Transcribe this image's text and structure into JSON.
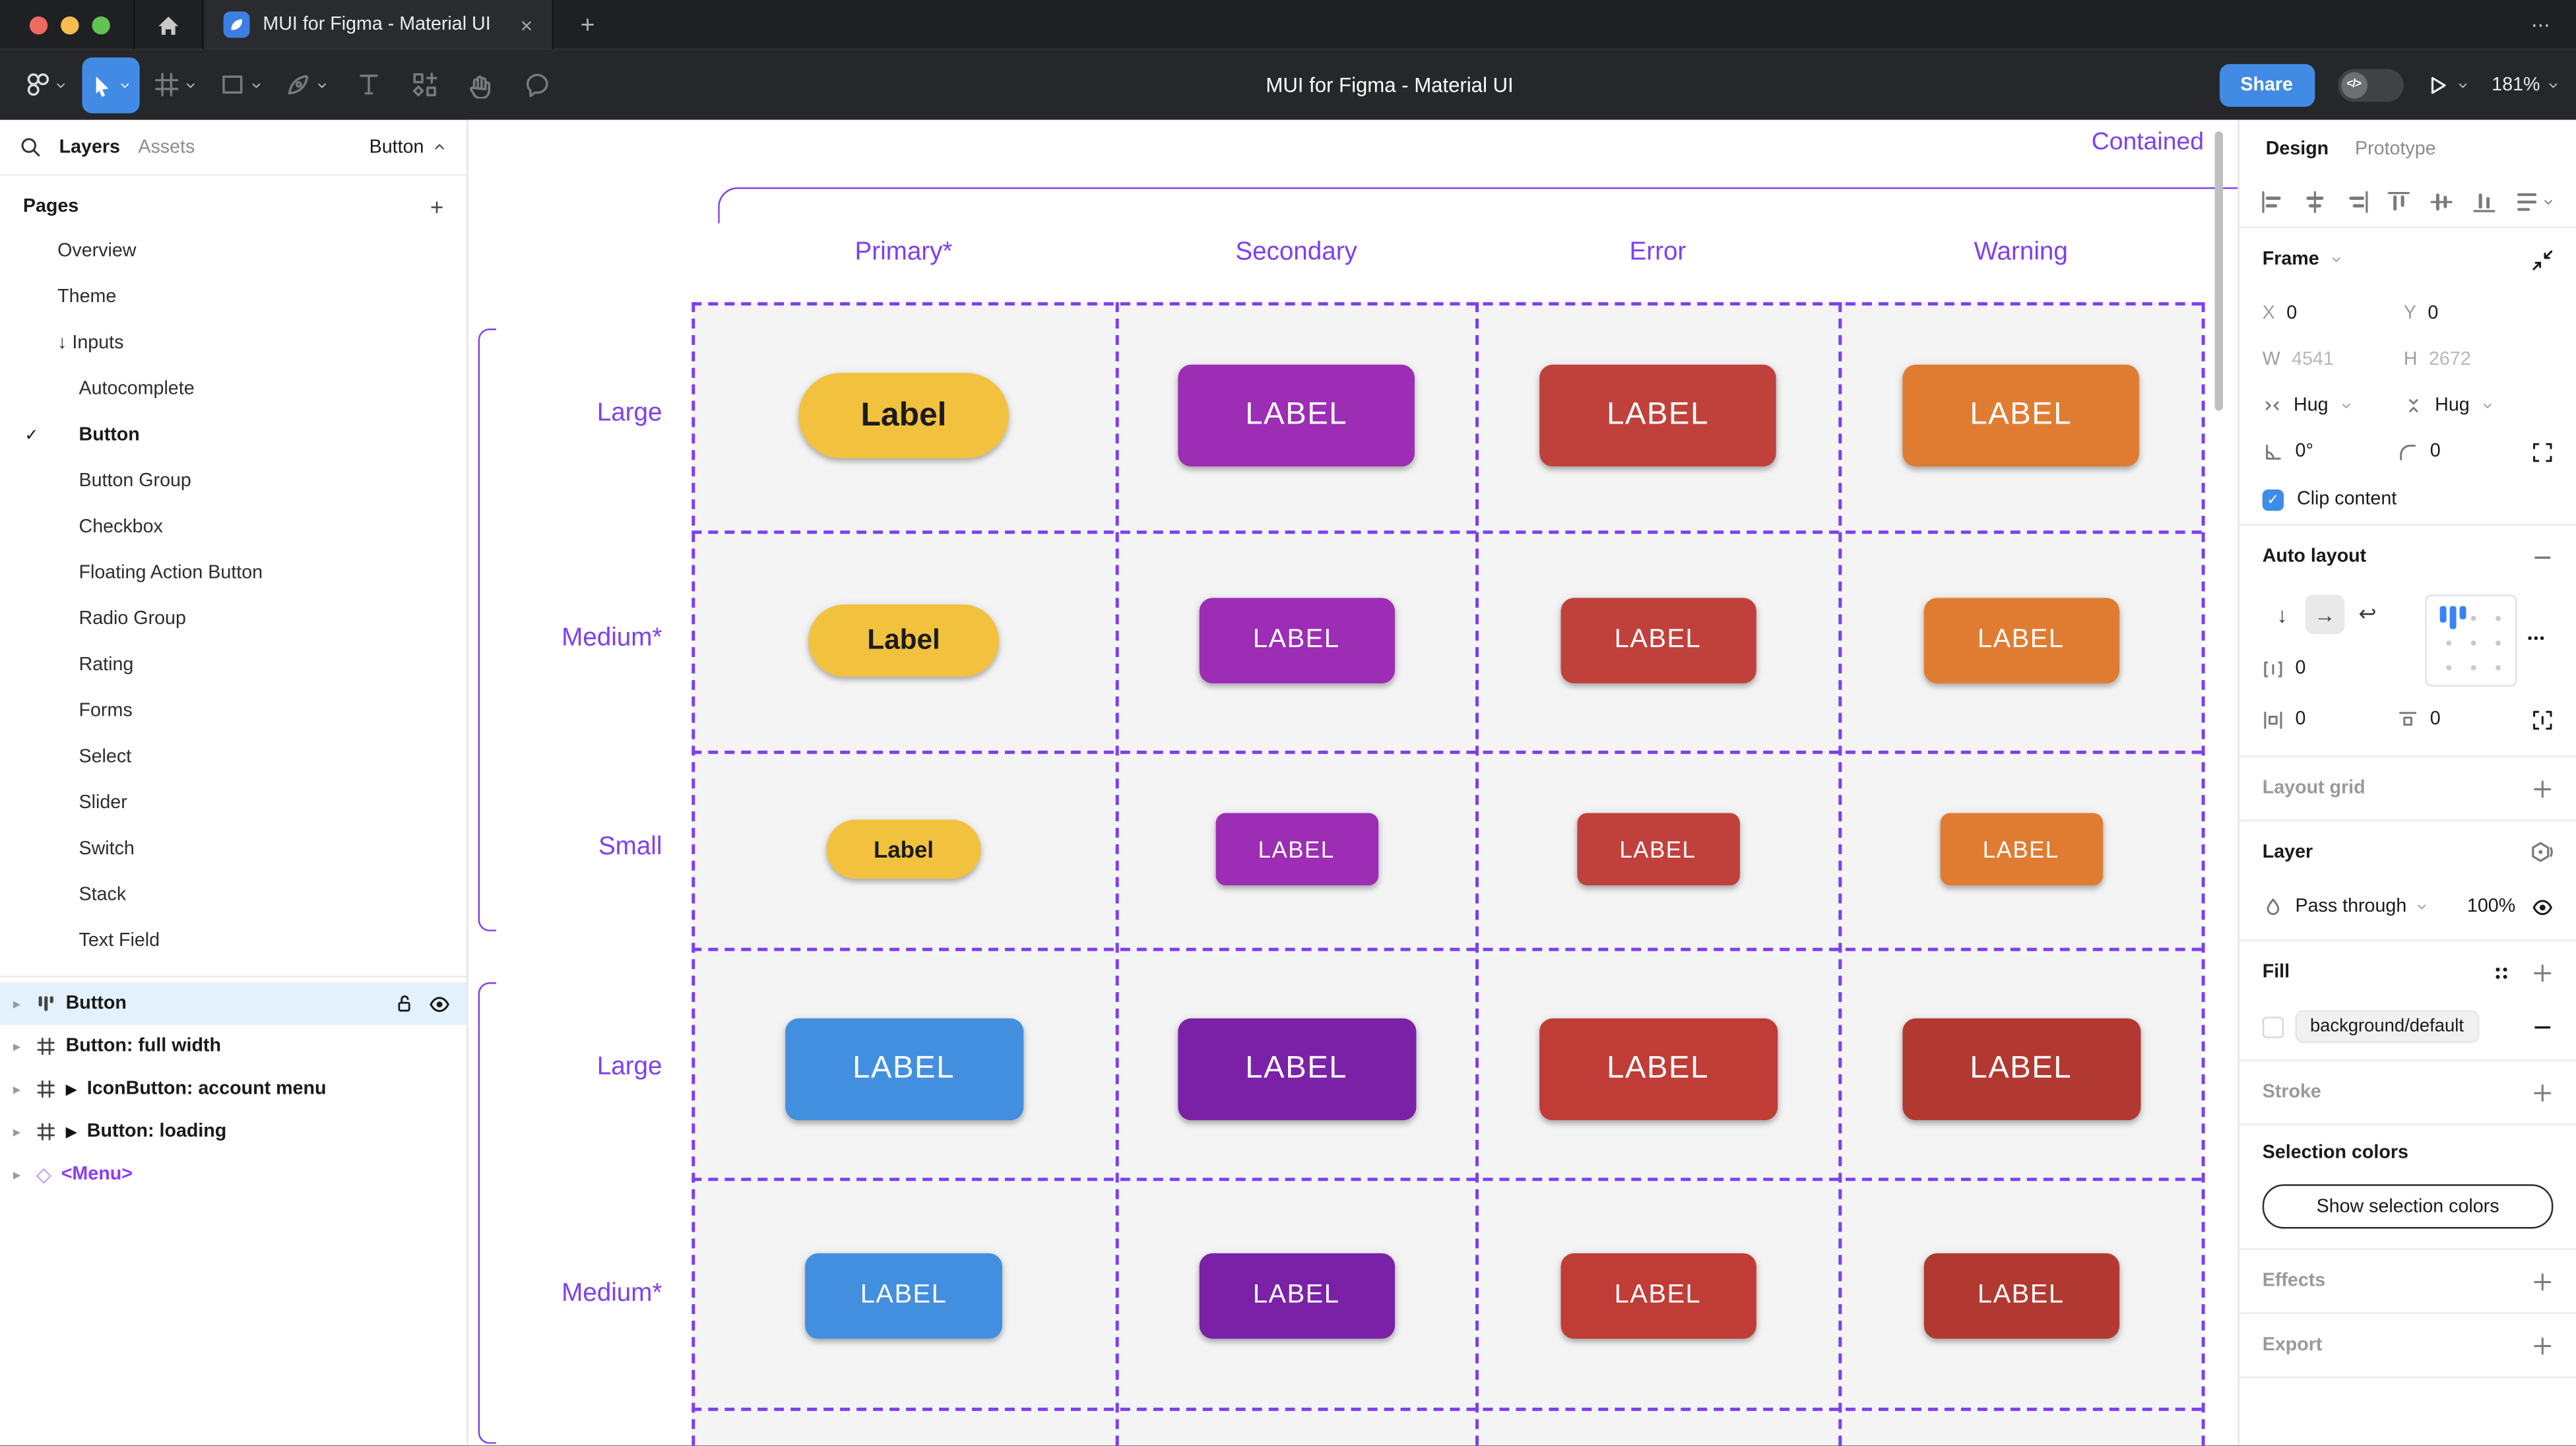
{
  "colors": {
    "accent_purple": "#7D3FF2",
    "figma_blue": "#418BE4",
    "selection_bg": "#E2F1FC",
    "cell_bg": "#F4F4F5"
  },
  "window": {
    "tab_title": "MUI for Figma - Material UI",
    "close_tab_glyph": "×",
    "new_tab_glyph": "+",
    "more_glyph": "⋯"
  },
  "toolbar": {
    "title": "MUI for Figma - Material UI",
    "share_label": "Share",
    "dev_toggle_glyph": "</>",
    "zoom_level": "181%"
  },
  "left_sidebar": {
    "tabs": {
      "layers": "Layers",
      "assets": "Assets"
    },
    "page_selector": "Button",
    "pages_header": "Pages",
    "add_page_glyph": "+",
    "pages": [
      {
        "label": "Overview",
        "level": 1
      },
      {
        "label": "Theme",
        "level": 1
      },
      {
        "label": "Inputs",
        "level": 1,
        "arrow": "↓"
      },
      {
        "label": "Autocomplete",
        "level": 2
      },
      {
        "label": "Button",
        "level": 2,
        "checked": true,
        "bold": true
      },
      {
        "label": "Button Group",
        "level": 2
      },
      {
        "label": "Checkbox",
        "level": 2
      },
      {
        "label": "Floating Action Button",
        "level": 2
      },
      {
        "label": "Radio Group",
        "level": 2
      },
      {
        "label": "Rating",
        "level": 2
      },
      {
        "label": "Forms",
        "level": 2
      },
      {
        "label": "Select",
        "level": 2
      },
      {
        "label": "Slider",
        "level": 2
      },
      {
        "label": "Switch",
        "level": 2
      },
      {
        "label": "Stack",
        "level": 2
      },
      {
        "label": "Text Field",
        "level": 2
      }
    ],
    "layers": [
      {
        "label": "Button",
        "icon": "auto-layout-bars",
        "selected": true
      },
      {
        "label": "Button: full width",
        "icon": "frame-sm"
      },
      {
        "label": "IconButton: account menu",
        "icon": "frame-sm",
        "marker": "▶"
      },
      {
        "label": "Button: loading",
        "icon": "frame-sm",
        "marker": "▶"
      },
      {
        "label": "<Menu>",
        "icon": "diamond",
        "purple": true
      }
    ]
  },
  "canvas": {
    "frame_title": "Contained",
    "columns": [
      "Primary*",
      "Secondary",
      "Error",
      "Warning"
    ],
    "rows": [
      {
        "label": "Large",
        "buttons": [
          {
            "text": "Label",
            "bg": "#F2C23E",
            "fg": "#1C1B1F",
            "w": 128,
            "h": 52,
            "r": 26,
            "fs": 20
          },
          {
            "text": "LABEL",
            "bg": "#9C2DB4",
            "fg": "#FFFFFF",
            "w": 144,
            "h": 62,
            "r": 8,
            "fs": 19
          },
          {
            "text": "LABEL",
            "bg": "#C0413C",
            "fg": "#FFFFFF",
            "w": 144,
            "h": 62,
            "r": 8,
            "fs": 19
          },
          {
            "text": "LABEL",
            "bg": "#E07C31",
            "fg": "#FFFFFF",
            "w": 144,
            "h": 62,
            "r": 8,
            "fs": 19
          }
        ]
      },
      {
        "label": "Medium*",
        "buttons": [
          {
            "text": "Label",
            "bg": "#F2C23E",
            "fg": "#1C1B1F",
            "w": 116,
            "h": 44,
            "r": 22,
            "fs": 17
          },
          {
            "text": "LABEL",
            "bg": "#9C2DB4",
            "fg": "#FFFFFF",
            "w": 119,
            "h": 52,
            "r": 8,
            "fs": 16
          },
          {
            "text": "LABEL",
            "bg": "#C0413C",
            "fg": "#FFFFFF",
            "w": 119,
            "h": 52,
            "r": 8,
            "fs": 16
          },
          {
            "text": "LABEL",
            "bg": "#E07C31",
            "fg": "#FFFFFF",
            "w": 119,
            "h": 52,
            "r": 8,
            "fs": 16
          }
        ]
      },
      {
        "label": "Small",
        "buttons": [
          {
            "text": "Label",
            "bg": "#F2C23E",
            "fg": "#1C1B1F",
            "w": 94,
            "h": 36,
            "r": 18,
            "fs": 14
          },
          {
            "text": "LABEL",
            "bg": "#9C2DB4",
            "fg": "#FFFFFF",
            "w": 99,
            "h": 44,
            "r": 6,
            "fs": 14
          },
          {
            "text": "LABEL",
            "bg": "#C0413C",
            "fg": "#FFFFFF",
            "w": 99,
            "h": 44,
            "r": 6,
            "fs": 14
          },
          {
            "text": "LABEL",
            "bg": "#E07C31",
            "fg": "#FFFFFF",
            "w": 99,
            "h": 44,
            "r": 6,
            "fs": 14
          }
        ]
      },
      {
        "label": "Large",
        "buttons": [
          {
            "text": "LABEL",
            "bg": "#428FDF",
            "fg": "#FFFFFF",
            "w": 145,
            "h": 62,
            "r": 8,
            "fs": 19
          },
          {
            "text": "LABEL",
            "bg": "#7B21A8",
            "fg": "#FFFFFF",
            "w": 145,
            "h": 62,
            "r": 8,
            "fs": 19
          },
          {
            "text": "LABEL",
            "bg": "#C03C36",
            "fg": "#FFFFFF",
            "w": 145,
            "h": 62,
            "r": 8,
            "fs": 19
          },
          {
            "text": "LABEL",
            "bg": "#B23931",
            "fg": "#FFFFFF",
            "w": 145,
            "h": 62,
            "r": 8,
            "fs": 19
          }
        ]
      },
      {
        "label": "Medium*",
        "buttons": [
          {
            "text": "LABEL",
            "bg": "#428FDF",
            "fg": "#FFFFFF",
            "w": 120,
            "h": 52,
            "r": 8,
            "fs": 16
          },
          {
            "text": "LABEL",
            "bg": "#7B21A8",
            "fg": "#FFFFFF",
            "w": 119,
            "h": 52,
            "r": 8,
            "fs": 16
          },
          {
            "text": "LABEL",
            "bg": "#C03C36",
            "fg": "#FFFFFF",
            "w": 119,
            "h": 52,
            "r": 8,
            "fs": 16
          },
          {
            "text": "LABEL",
            "bg": "#B23931",
            "fg": "#FFFFFF",
            "w": 119,
            "h": 52,
            "r": 8,
            "fs": 16
          }
        ]
      }
    ]
  },
  "right_panel": {
    "tabs": {
      "design": "Design",
      "prototype": "Prototype"
    },
    "frame": {
      "title": "Frame",
      "x_label": "X",
      "x_value": "0",
      "y_label": "Y",
      "y_value": "0",
      "w_label": "W",
      "w_value": "4541",
      "h_label": "H",
      "h_value": "2672",
      "hug_h": "Hug",
      "hug_v": "Hug",
      "rotation": "0°",
      "corner_radius": "0",
      "clip_content": "Clip content"
    },
    "auto_layout": {
      "title": "Auto layout",
      "gap_value": "0",
      "padding_h_value": "0",
      "padding_v_value": "0"
    },
    "layout_grid": {
      "title": "Layout grid"
    },
    "layer": {
      "title": "Layer",
      "blend_mode": "Pass through",
      "opacity": "100%"
    },
    "fill": {
      "title": "Fill",
      "style_name": "background/default"
    },
    "stroke": {
      "title": "Stroke"
    },
    "selection_colors": {
      "title": "Selection colors",
      "show_button": "Show selection colors"
    },
    "effects": {
      "title": "Effects"
    },
    "export": {
      "title": "Export"
    }
  }
}
